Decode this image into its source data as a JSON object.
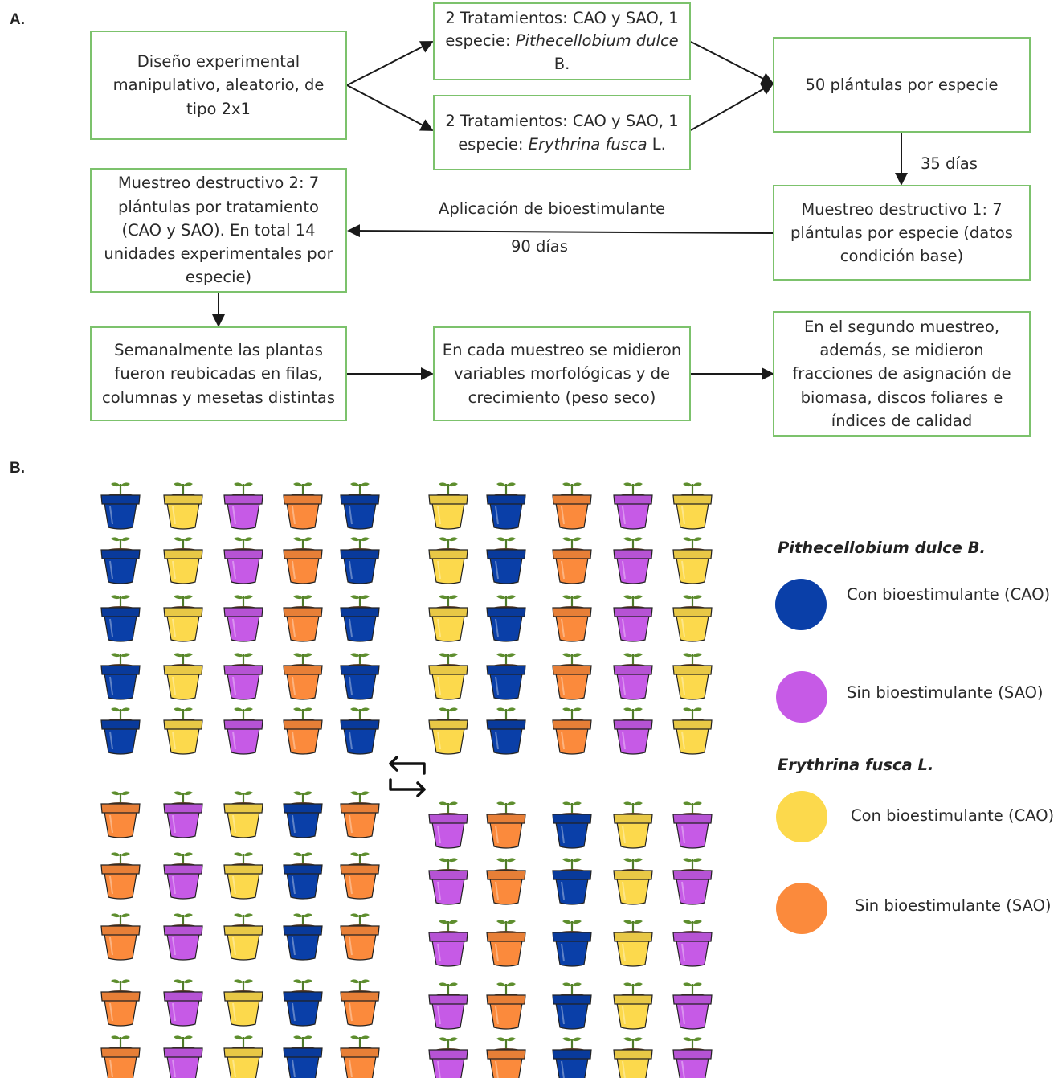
{
  "panel_a_label": "A.",
  "panel_b_label": "B.",
  "flow": {
    "design": "Diseño experimental manipulativo, aleatorio, de tipo 2x1",
    "treat1_prefix": "2 Tratamientos: CAO y SAO, 1 especie:",
    "treat1_species": "Pithecellobium dulce",
    "treat1_suffix": "B.",
    "treat2_prefix": "2 Tratamientos: CAO y SAO, 1 especie:",
    "treat2_species": "Erythrina fusca",
    "treat2_suffix": "L.",
    "seedlings": "50 plántulas por especie",
    "days35": "35 días",
    "sample1": "Muestreo destructivo 1: 7 plántulas por especie (datos condición base)",
    "bio_application": "Aplicación de bioestimulante",
    "days90": "90 días",
    "sample2": "Muestreo destructivo 2: 7 plántulas por tratamiento (CAO y SAO). En total 14 unidades experimentales por especie)",
    "weekly": "Semanalmente las plantas fueron reubicadas en filas, columnas y mesetas distintas",
    "measured": "En cada muestreo se midieron variables morfológicas y de crecimiento (peso seco)",
    "second": "En el segundo muestreo, además, se midieron fracciones de asignación de biomasa, discos foliares e índices de calidad"
  },
  "legend": {
    "species1": "Pithecellobium dulce B.",
    "s1_cao": "Con bioestimulante (CAO)",
    "s1_sao": "Sin bioestimulante (SAO)",
    "species2": "Erythrina fusca L.",
    "s2_cao": "Con bioestimulante (CAO)",
    "s2_sao": "Sin bioestimulante (SAO)"
  },
  "colors": {
    "blue": "#0a3fa8",
    "purple": "#c65ae6",
    "yellow": "#fcd94c",
    "orange": "#fb8a3c",
    "box_border": "#7cc26c"
  },
  "pot_grids": [
    [
      "blue",
      "yellow",
      "purple",
      "orange",
      "blue"
    ],
    [
      "yellow",
      "blue",
      "orange",
      "purple",
      "yellow"
    ],
    [
      "orange",
      "purple",
      "yellow",
      "blue",
      "orange"
    ],
    [
      "purple",
      "orange",
      "blue",
      "yellow",
      "purple"
    ]
  ],
  "swap_icon": "swap-arrows-icon"
}
